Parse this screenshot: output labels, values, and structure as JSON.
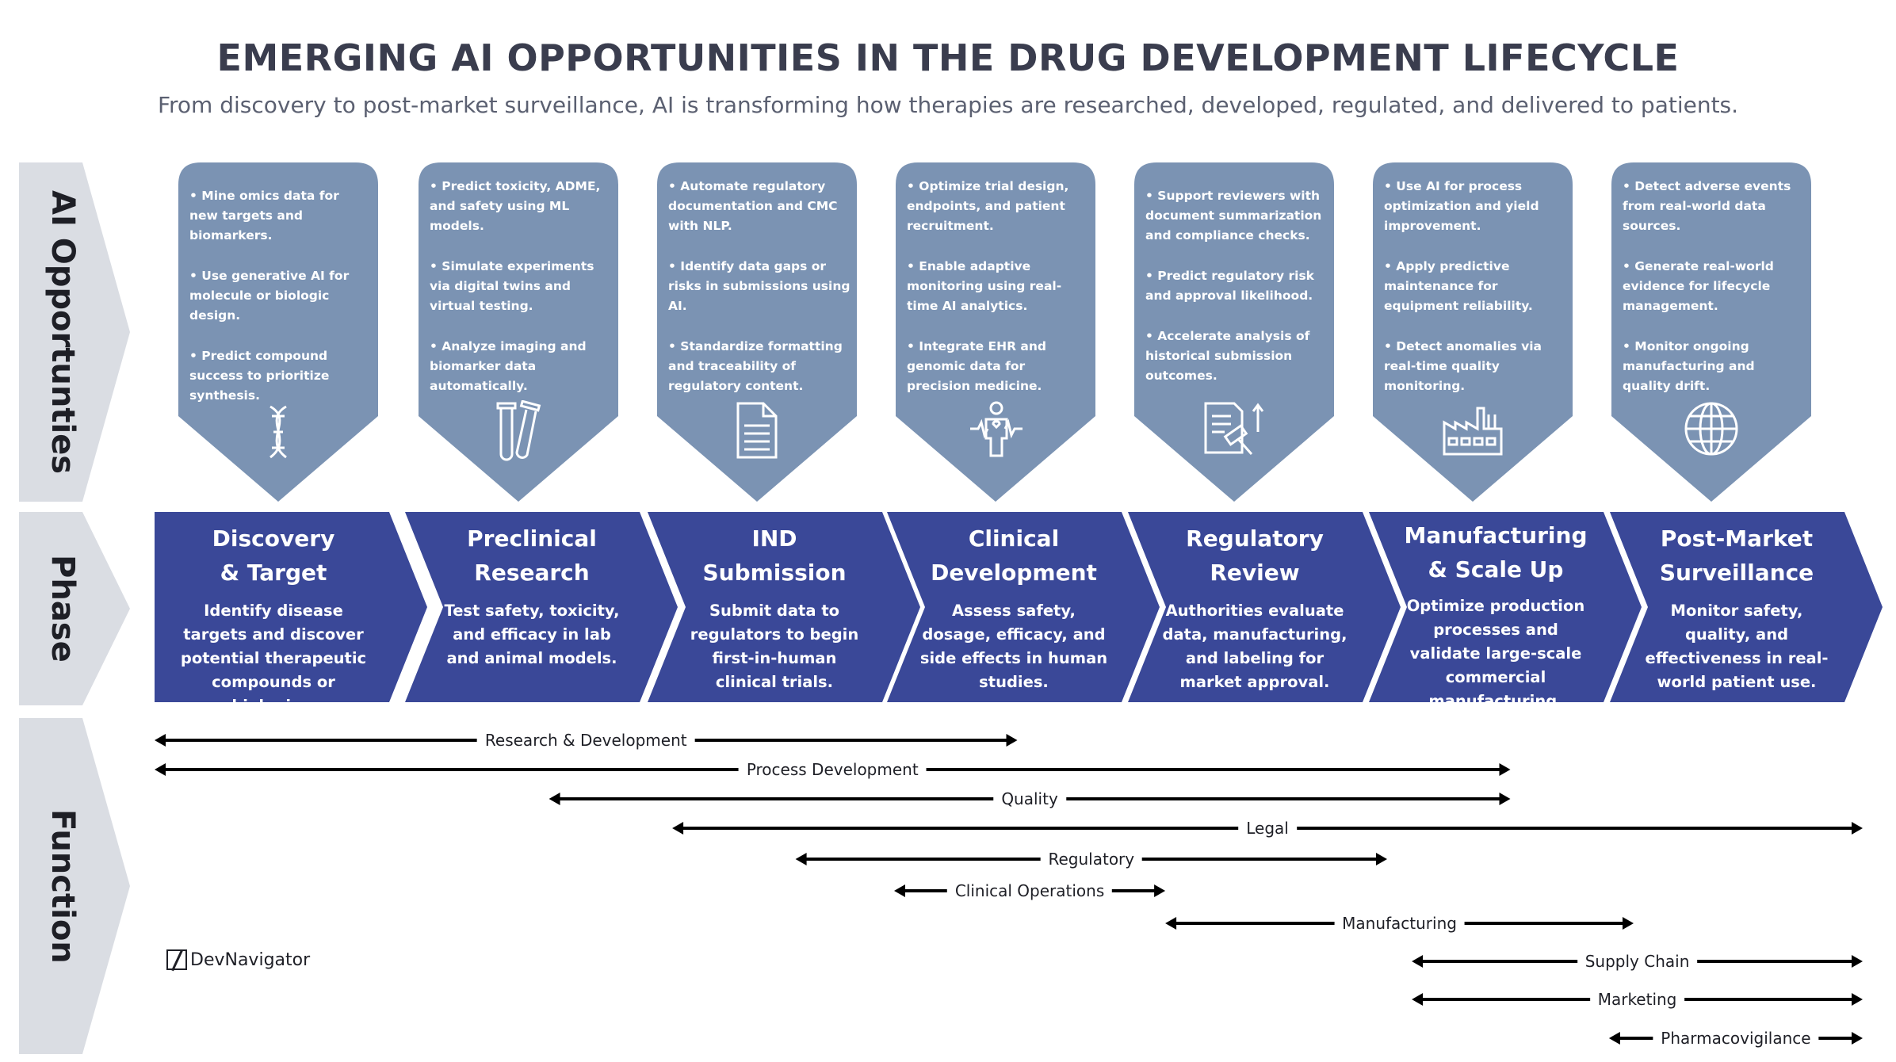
{
  "header": {
    "title": "EMERGING AI OPPORTUNITIES IN THE DRUG DEVELOPMENT LIFECYCLE",
    "subtitle": "From discovery to post-market surveillance, AI is transforming how therapies are researched, developed, regulated, and delivered to patients."
  },
  "row_labels": {
    "ai": "AI Opportunties",
    "phase": "Phase",
    "function": "Function"
  },
  "colors": {
    "card_fill": "#7b93b3",
    "phase_fill": "#3a4898",
    "row_label_fill": "#dadde3",
    "title_color": "#3a3d4e",
    "arrow_color": "#000000"
  },
  "ai_cards": [
    {
      "bullets": [
        "• Mine omics data for new targets and biomarkers.",
        "• Use generative AI for molecule or biologic design.",
        "• Predict compound success to prioritize synthesis."
      ],
      "icon": "dna-icon"
    },
    {
      "bullets": [
        "• Predict toxicity, ADME, and safety using ML models.",
        "• Simulate experiments via digital twins and virtual testing.",
        "• Analyze imaging and biomarker data automatically."
      ],
      "icon": "test-tubes-icon"
    },
    {
      "bullets": [
        "• Automate regulatory documentation and CMC with NLP.",
        "• Identify data gaps or risks in submissions using AI.",
        "• Standardize formatting and traceability of regulatory content."
      ],
      "icon": "document-icon"
    },
    {
      "bullets": [
        "• Optimize trial design, endpoints, and patient recruitment.",
        "• Enable adaptive monitoring using real-time AI analytics.",
        "• Integrate EHR and genomic data for precision medicine."
      ],
      "icon": "patient-heartbeat-icon"
    },
    {
      "bullets": [
        "• Support reviewers with document summarization and compliance checks.",
        "• Predict regulatory risk and approval likelihood.",
        "• Accelerate analysis of historical submission outcomes."
      ],
      "icon": "gavel-document-icon"
    },
    {
      "bullets": [
        "• Use AI for process optimization and yield improvement.",
        "• Apply predictive maintenance for equipment reliability.",
        "• Detect anomalies via real-time quality monitoring."
      ],
      "icon": "factory-icon"
    },
    {
      "bullets": [
        "• Detect adverse events from real-world data sources.",
        "• Generate real-world evidence for lifecycle management.",
        "• Monitor ongoing manufacturing and quality drift."
      ],
      "icon": "globe-icon"
    }
  ],
  "phases": [
    {
      "title_lines": [
        "Discovery",
        "& Target"
      ],
      "description": "Identify disease targets and discover potential therapeutic compounds or biologics."
    },
    {
      "title_lines": [
        "Preclinical",
        "Research"
      ],
      "description": "Test safety, toxicity, and efficacy in lab and animal models."
    },
    {
      "title_lines": [
        "IND",
        "Submission"
      ],
      "description": "Submit data to regulators to begin first-in-human clinical trials."
    },
    {
      "title_lines": [
        "Clinical",
        "Development"
      ],
      "description": "Assess safety, dosage, efficacy, and side effects in human studies."
    },
    {
      "title_lines": [
        "Regulatory",
        "Review"
      ],
      "description": "Authorities evaluate data, manufacturing, and labeling for market approval."
    },
    {
      "title_lines": [
        "Manufacturing",
        "& Scale Up"
      ],
      "description": "Optimize production processes and validate large-scale commercial manufacturing."
    },
    {
      "title_lines": [
        "Post-Market",
        "Surveillance"
      ],
      "description": "Monitor safety, quality, and effectiveness in real-world patient use."
    }
  ],
  "functions": [
    {
      "label": "Research & Development",
      "start_phase": 1.0,
      "end_phase": 4.5
    },
    {
      "label": "Process Development",
      "start_phase": 1.0,
      "end_phase": 6.5
    },
    {
      "label": "Quality",
      "start_phase": 2.6,
      "end_phase": 6.5
    },
    {
      "label": "Legal",
      "start_phase": 3.1,
      "end_phase": 8.0
    },
    {
      "label": "Regulatory",
      "start_phase": 3.6,
      "end_phase": 6.0
    },
    {
      "label": "Clinical Operations",
      "start_phase": 4.0,
      "end_phase": 5.1
    },
    {
      "label": "Manufacturing",
      "start_phase": 5.1,
      "end_phase": 7.0
    },
    {
      "label": "Supply Chain",
      "start_phase": 6.1,
      "end_phase": 8.0
    },
    {
      "label": "Marketing",
      "start_phase": 6.1,
      "end_phase": 8.0
    },
    {
      "label": "Pharmacovigilance",
      "start_phase": 6.9,
      "end_phase": 8.0
    }
  ],
  "logo": {
    "name": "DevNavigator"
  }
}
